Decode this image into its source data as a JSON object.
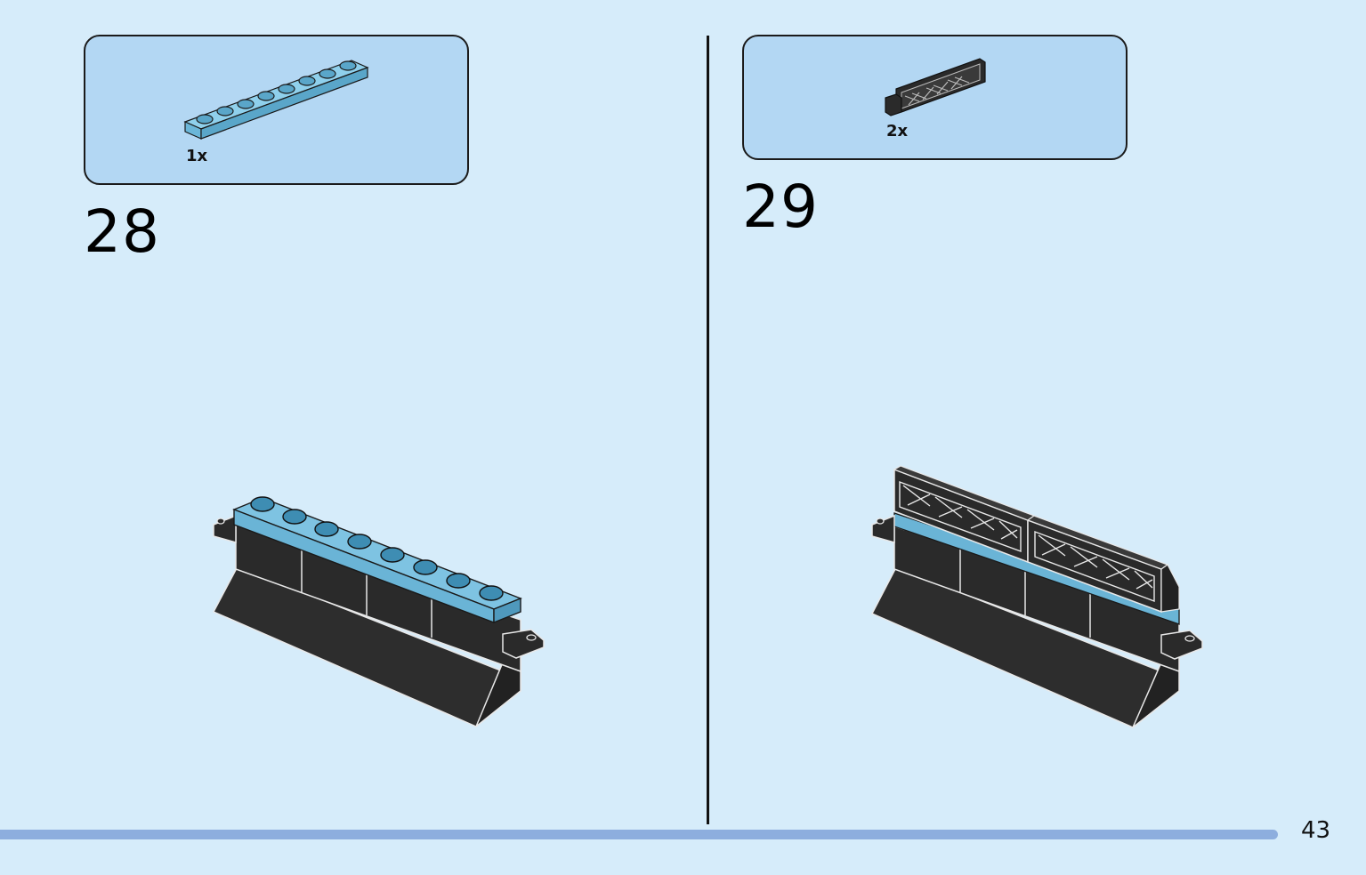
{
  "steps": [
    {
      "number": "28",
      "parts": [
        {
          "quantity": "1x",
          "part": "light-blue-plate-1x8"
        }
      ]
    },
    {
      "number": "29",
      "parts": [
        {
          "quantity": "2x",
          "part": "black-fence-1x4x1"
        }
      ]
    }
  ],
  "page": {
    "number": "43"
  },
  "colors": {
    "background": "#d6ecfa",
    "parts_box": "#b3d7f3",
    "brick_black": "#2a2a2a",
    "plate_blue": "#7ec3e2",
    "progress_bar": "#8daede"
  }
}
